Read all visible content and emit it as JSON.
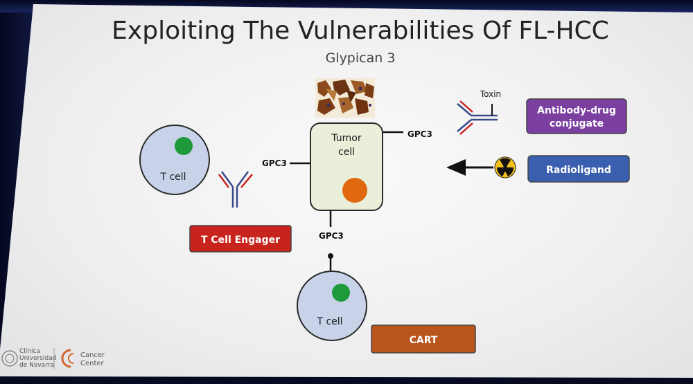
{
  "slide": {
    "title": "Exploiting The Vulnerabilities Of FL-HCC",
    "subtitle": "Glypican 3"
  },
  "tumor_cell": {
    "label_line1": "Tumor",
    "label_line2": "cell"
  },
  "gpc3": {
    "top_right": "GPC3",
    "left": "GPC3",
    "bottom": "GPC3"
  },
  "t_cell_left": {
    "label": "T cell"
  },
  "t_cell_bottom": {
    "label": "T cell"
  },
  "toxin_label": "Toxin",
  "therapies": {
    "adc_line1": "Antibody-drug",
    "adc_line2": "conjugate",
    "radioligand": "Radioligand",
    "t_cell_engager": "T Cell Engager",
    "cart": "CART"
  },
  "logo": {
    "clinica_line1": "Clínica",
    "clinica_line2": "Universidad",
    "clinica_line3": "de Navarra",
    "cancer_line1": "Cancer",
    "cancer_line2": "Center"
  },
  "colors": {
    "adc": "#7b3fa0",
    "radioligand": "#3a5fae",
    "t_cell_engager": "#c9231e",
    "cart": "#b8541c",
    "tumor_fill": "#e9efd9",
    "t_cell_fill": "#c8d3ea",
    "nucleus_green": "#1f9a3a",
    "nucleus_orange": "#e0690f"
  }
}
